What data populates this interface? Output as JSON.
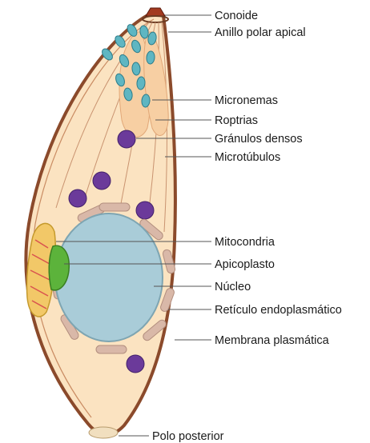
{
  "labels": {
    "conoid": "Conoide",
    "polar_ring": "Anillo polar apical",
    "micronemes": "Micronemas",
    "rhoptries": "Roptrias",
    "dense_granules": "Gránulos densos",
    "microtubules": "Microtúbulos",
    "mitochondrion": "Mitocondria",
    "apicoplast": "Apicoplasto",
    "nucleus": "Núcleo",
    "er": "Retículo endoplasmático",
    "plasma_membrane": "Membrana plasmática",
    "posterior_pole": "Polo posterior"
  },
  "colors": {
    "cytoplasm": "#fbe3c1",
    "pellicle": "#8b4a2b",
    "nucleus": "#a9ccd8",
    "micronemes": "#5fb6c2",
    "rhoptries": "#f7cfa3",
    "dense_granules": "#6b3a9a",
    "er": "#d9b8a8",
    "apicoplast": "#5cb33b",
    "mitochondrion": "#f2c868"
  }
}
